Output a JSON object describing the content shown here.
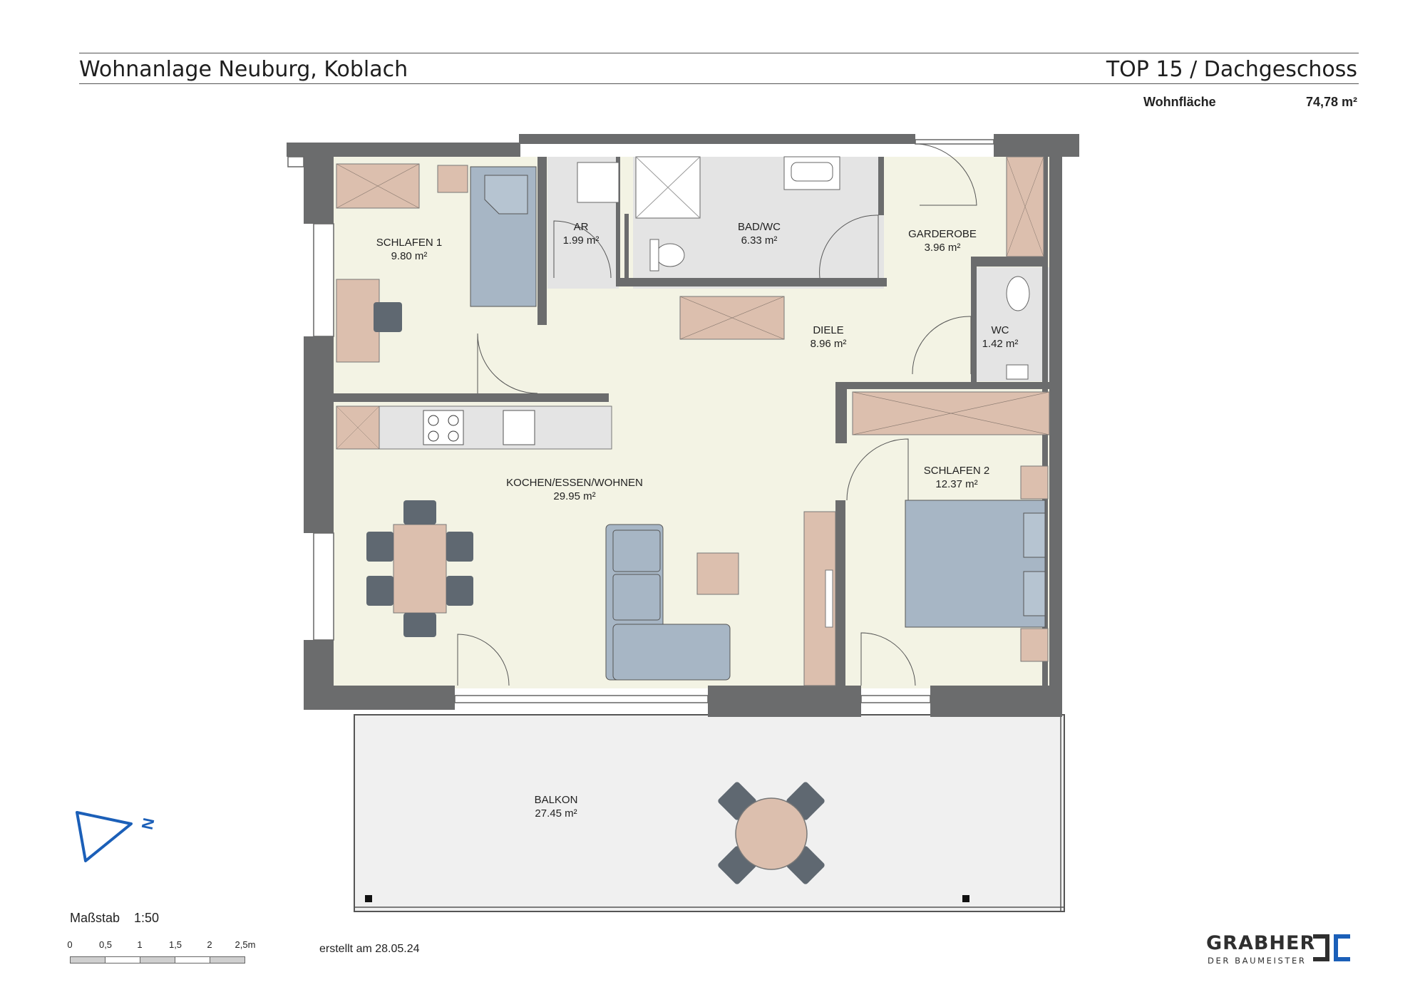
{
  "header": {
    "project": "Wohnanlage Neuburg, Koblach",
    "unit": "TOP 15 / Dachgeschoss",
    "area_label": "Wohnfläche",
    "area_value": "74,78 m²"
  },
  "rooms": [
    {
      "name": "SCHLAFEN 1",
      "area": "9.80 m²"
    },
    {
      "name": "AR",
      "area": "1.99 m²"
    },
    {
      "name": "BAD/WC",
      "area": "6.33 m²"
    },
    {
      "name": "GARDEROBE",
      "area": "3.96 m²"
    },
    {
      "name": "DIELE",
      "area": "8.96 m²"
    },
    {
      "name": "WC",
      "area": "1.42 m²"
    },
    {
      "name": "SCHLAFEN 2",
      "area": "12.37 m²"
    },
    {
      "name": "KOCHEN/ESSEN/WOHNEN",
      "area": "29.95 m²"
    },
    {
      "name": "BALKON",
      "area": "27.45 m²"
    }
  ],
  "north_label": "N",
  "scale": {
    "label": "Maßstab",
    "value": "1:50",
    "ticks": [
      "0",
      "0,5",
      "1",
      "1,5",
      "2",
      "2,5m"
    ]
  },
  "created": "erstellt am 28.05.24",
  "logo": {
    "name": "GRABHER",
    "tagline": "DER BAUMEISTER"
  },
  "colors": {
    "wall": "#6b6c6d",
    "floor": "#f3f3e4",
    "wet_floor": "#e4e4e4",
    "balcony": "#f0f0f0",
    "wood": "#dcbfae",
    "fabric": "#a7b6c5",
    "chair": "#5f6871",
    "north_arrow": "#1b5fb8"
  }
}
